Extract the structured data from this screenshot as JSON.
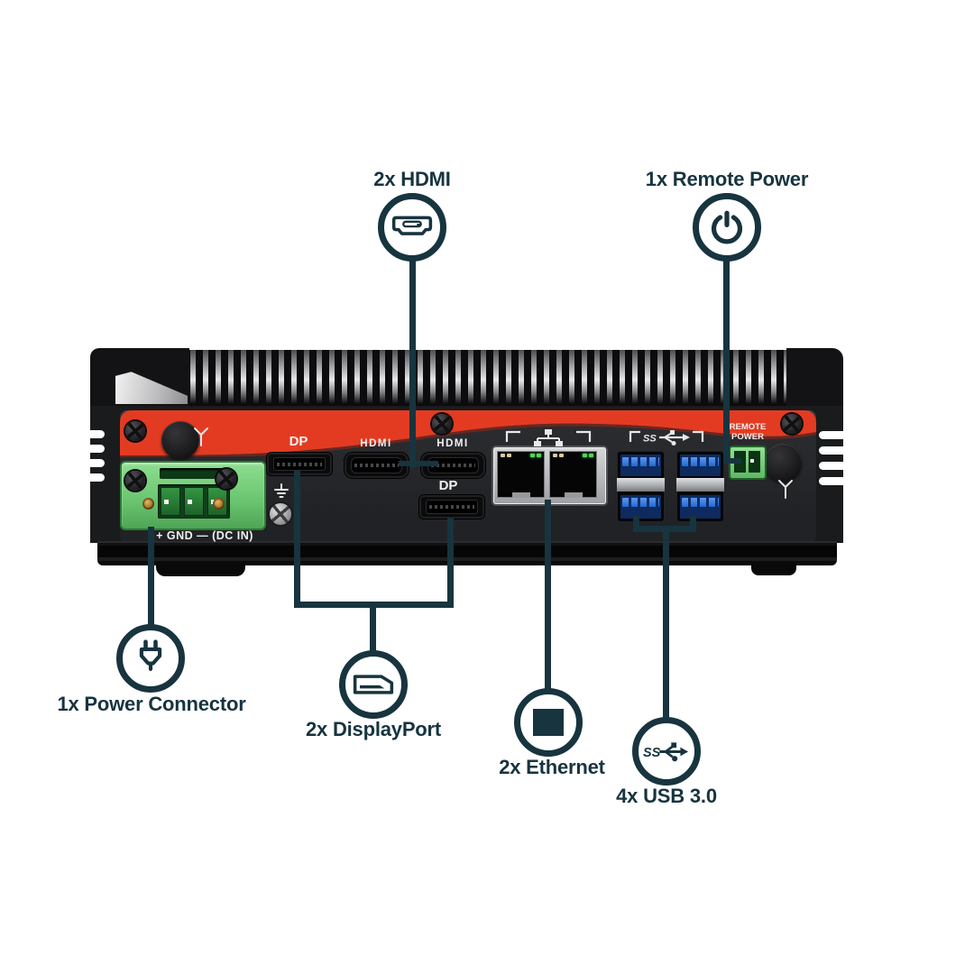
{
  "page": {
    "type": "product-rear-io-diagram",
    "background": "#ffffff"
  },
  "colors": {
    "accent_teal": "#17343f",
    "device_red": "#e33b22",
    "connector_green": "#7ed581",
    "usb_blue": "#2e7ae0",
    "led_green": "#55d65a",
    "label_white": "#f2f2f3"
  },
  "callouts": {
    "hdmi": {
      "label": "2x HDMI",
      "icon": "hdmi-icon"
    },
    "remote_power": {
      "label": "1x Remote Power",
      "icon": "power-icon"
    },
    "power_connector": {
      "label": "1x Power Connector",
      "icon": "plug-icon"
    },
    "displayport": {
      "label": "2x DisplayPort",
      "icon": "displayport-icon"
    },
    "ethernet": {
      "label": "2x Ethernet",
      "icon": "ethernet-square-icon"
    },
    "usb": {
      "label": "4x USB 3.0",
      "icon": "usb-superspeed-icon"
    }
  },
  "device": {
    "ports": {
      "dp1_label": "DP",
      "hdmi1_label": "HDMI",
      "hdmi2_label": "HDMI",
      "dp2_label": "DP",
      "remote_power_line1": "REMOTE",
      "remote_power_line2": "POWER",
      "dc_in_label": "+ GND — (DC IN)"
    }
  }
}
